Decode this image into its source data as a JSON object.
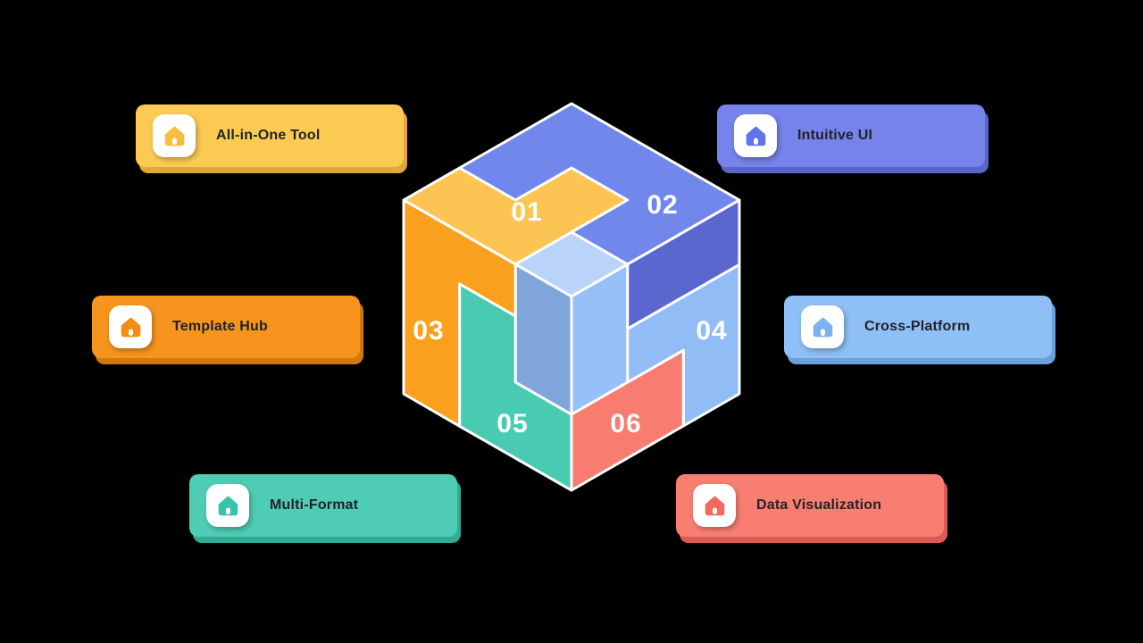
{
  "background": "#000000",
  "cube": {
    "stroke": "#ffffff",
    "number_color": "#ffffff",
    "pieces": {
      "p01": {
        "number": "01",
        "top": "#FCC553"
      },
      "p02": {
        "number": "02",
        "top": "#7287EB",
        "side": "#5A67CE"
      },
      "p03": {
        "number": "03",
        "side": "#F9A01F"
      },
      "p04": {
        "number": "04",
        "side": "#92BCF6"
      },
      "p05": {
        "number": "05",
        "side": "#48CBB0"
      },
      "p06": {
        "number": "06",
        "side": "#F97C71"
      },
      "center_block": {
        "top": "#B9D3F9",
        "left": "#7FA5DB",
        "right": "#96C1F8"
      }
    }
  },
  "callouts": [
    {
      "label": "All-in-One Tool",
      "bg": "#FBCA53",
      "shadow": "#E0A83C",
      "icon": "#F7BE3E",
      "position": "top-left"
    },
    {
      "label": "Intuitive UI",
      "bg": "#7583EA",
      "shadow": "#5966C6",
      "icon": "#6375E6",
      "position": "top-right"
    },
    {
      "label": "Template Hub",
      "bg": "#F7941D",
      "shadow": "#D2790B",
      "icon": "#F28D13",
      "position": "middle-left"
    },
    {
      "label": "Cross-Platform",
      "bg": "#8FBFF7",
      "shadow": "#6BA0DE",
      "icon": "#7FB1F2",
      "position": "middle-right"
    },
    {
      "label": "Multi-Format",
      "bg": "#4ECDB4",
      "shadow": "#2FAE95",
      "icon": "#38C4A8",
      "position": "bottom-left"
    },
    {
      "label": "Data Visualization",
      "bg": "#F97E72",
      "shadow": "#DC5B53",
      "icon": "#F4685E",
      "position": "bottom-right"
    }
  ]
}
